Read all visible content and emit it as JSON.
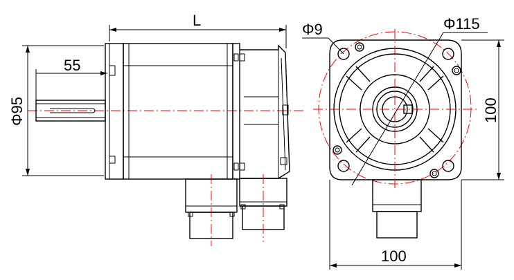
{
  "drawing": {
    "side_view": {
      "dim_length_label": "L",
      "dim_shaft_length_label": "55",
      "dim_diameter_label": "Φ95"
    },
    "front_view": {
      "dim_bolt_hole_label": "Φ9",
      "dim_bolt_circle_label": "Φ115",
      "dim_height_label": "100",
      "dim_width_label": "100"
    }
  },
  "colors": {
    "line": "#000000",
    "centerline": "#ff0000"
  }
}
